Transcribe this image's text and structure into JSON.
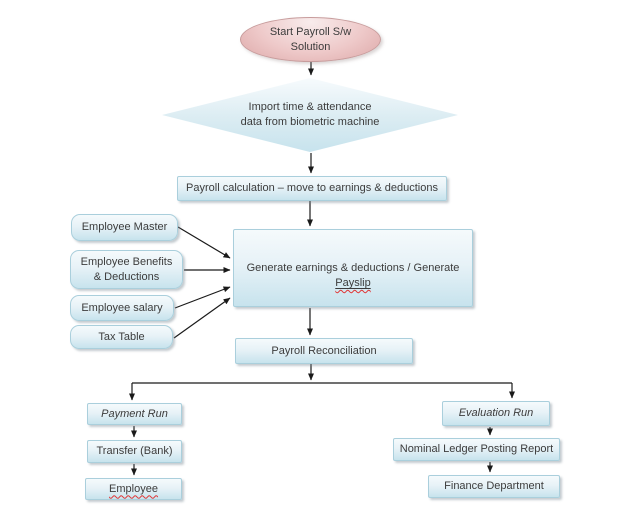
{
  "colors": {
    "node_fill_top": "#f5fafc",
    "node_fill_mid": "#e7f2f7",
    "node_fill_bottom": "#c7e3ed",
    "node_border": "#aacfdc",
    "start_fill_top": "#f8ecec",
    "start_fill_mid": "#eec9c9",
    "start_fill_bottom": "#dda8a8",
    "start_border": "#c79c9c",
    "text": "#3c3c3c",
    "arrow": "#1a1a1a",
    "squiggle": "#e03333"
  },
  "nodes": {
    "start": {
      "line1": "Start Payroll S/w",
      "line2": "Solution"
    },
    "import_attendance": {
      "line1": "Import time & attendance",
      "line2": "data from biometric machine"
    },
    "payroll_calculation": {
      "label": "Payroll calculation – move to earnings & deductions"
    },
    "employee_master": {
      "label": "Employee Master"
    },
    "employee_benefits": {
      "line1": "Employee Benefits",
      "line2": "& Deductions"
    },
    "employee_salary": {
      "label": "Employee salary"
    },
    "tax_table": {
      "label": "Tax Table"
    },
    "generate": {
      "line1": "Generate earnings & deductions / Generate",
      "line2": "Payslip"
    },
    "payroll_reconciliation": {
      "label": "Payroll Reconciliation"
    },
    "payment_run": {
      "label": "Payment Run"
    },
    "transfer_bank": {
      "label": "Transfer (Bank)"
    },
    "employee": {
      "label": "Employee"
    },
    "evaluation_run": {
      "label": "Evaluation Run"
    },
    "nominal_ledger": {
      "label": "Nominal Ledger Posting Report"
    },
    "finance_department": {
      "label": "Finance Department"
    }
  }
}
